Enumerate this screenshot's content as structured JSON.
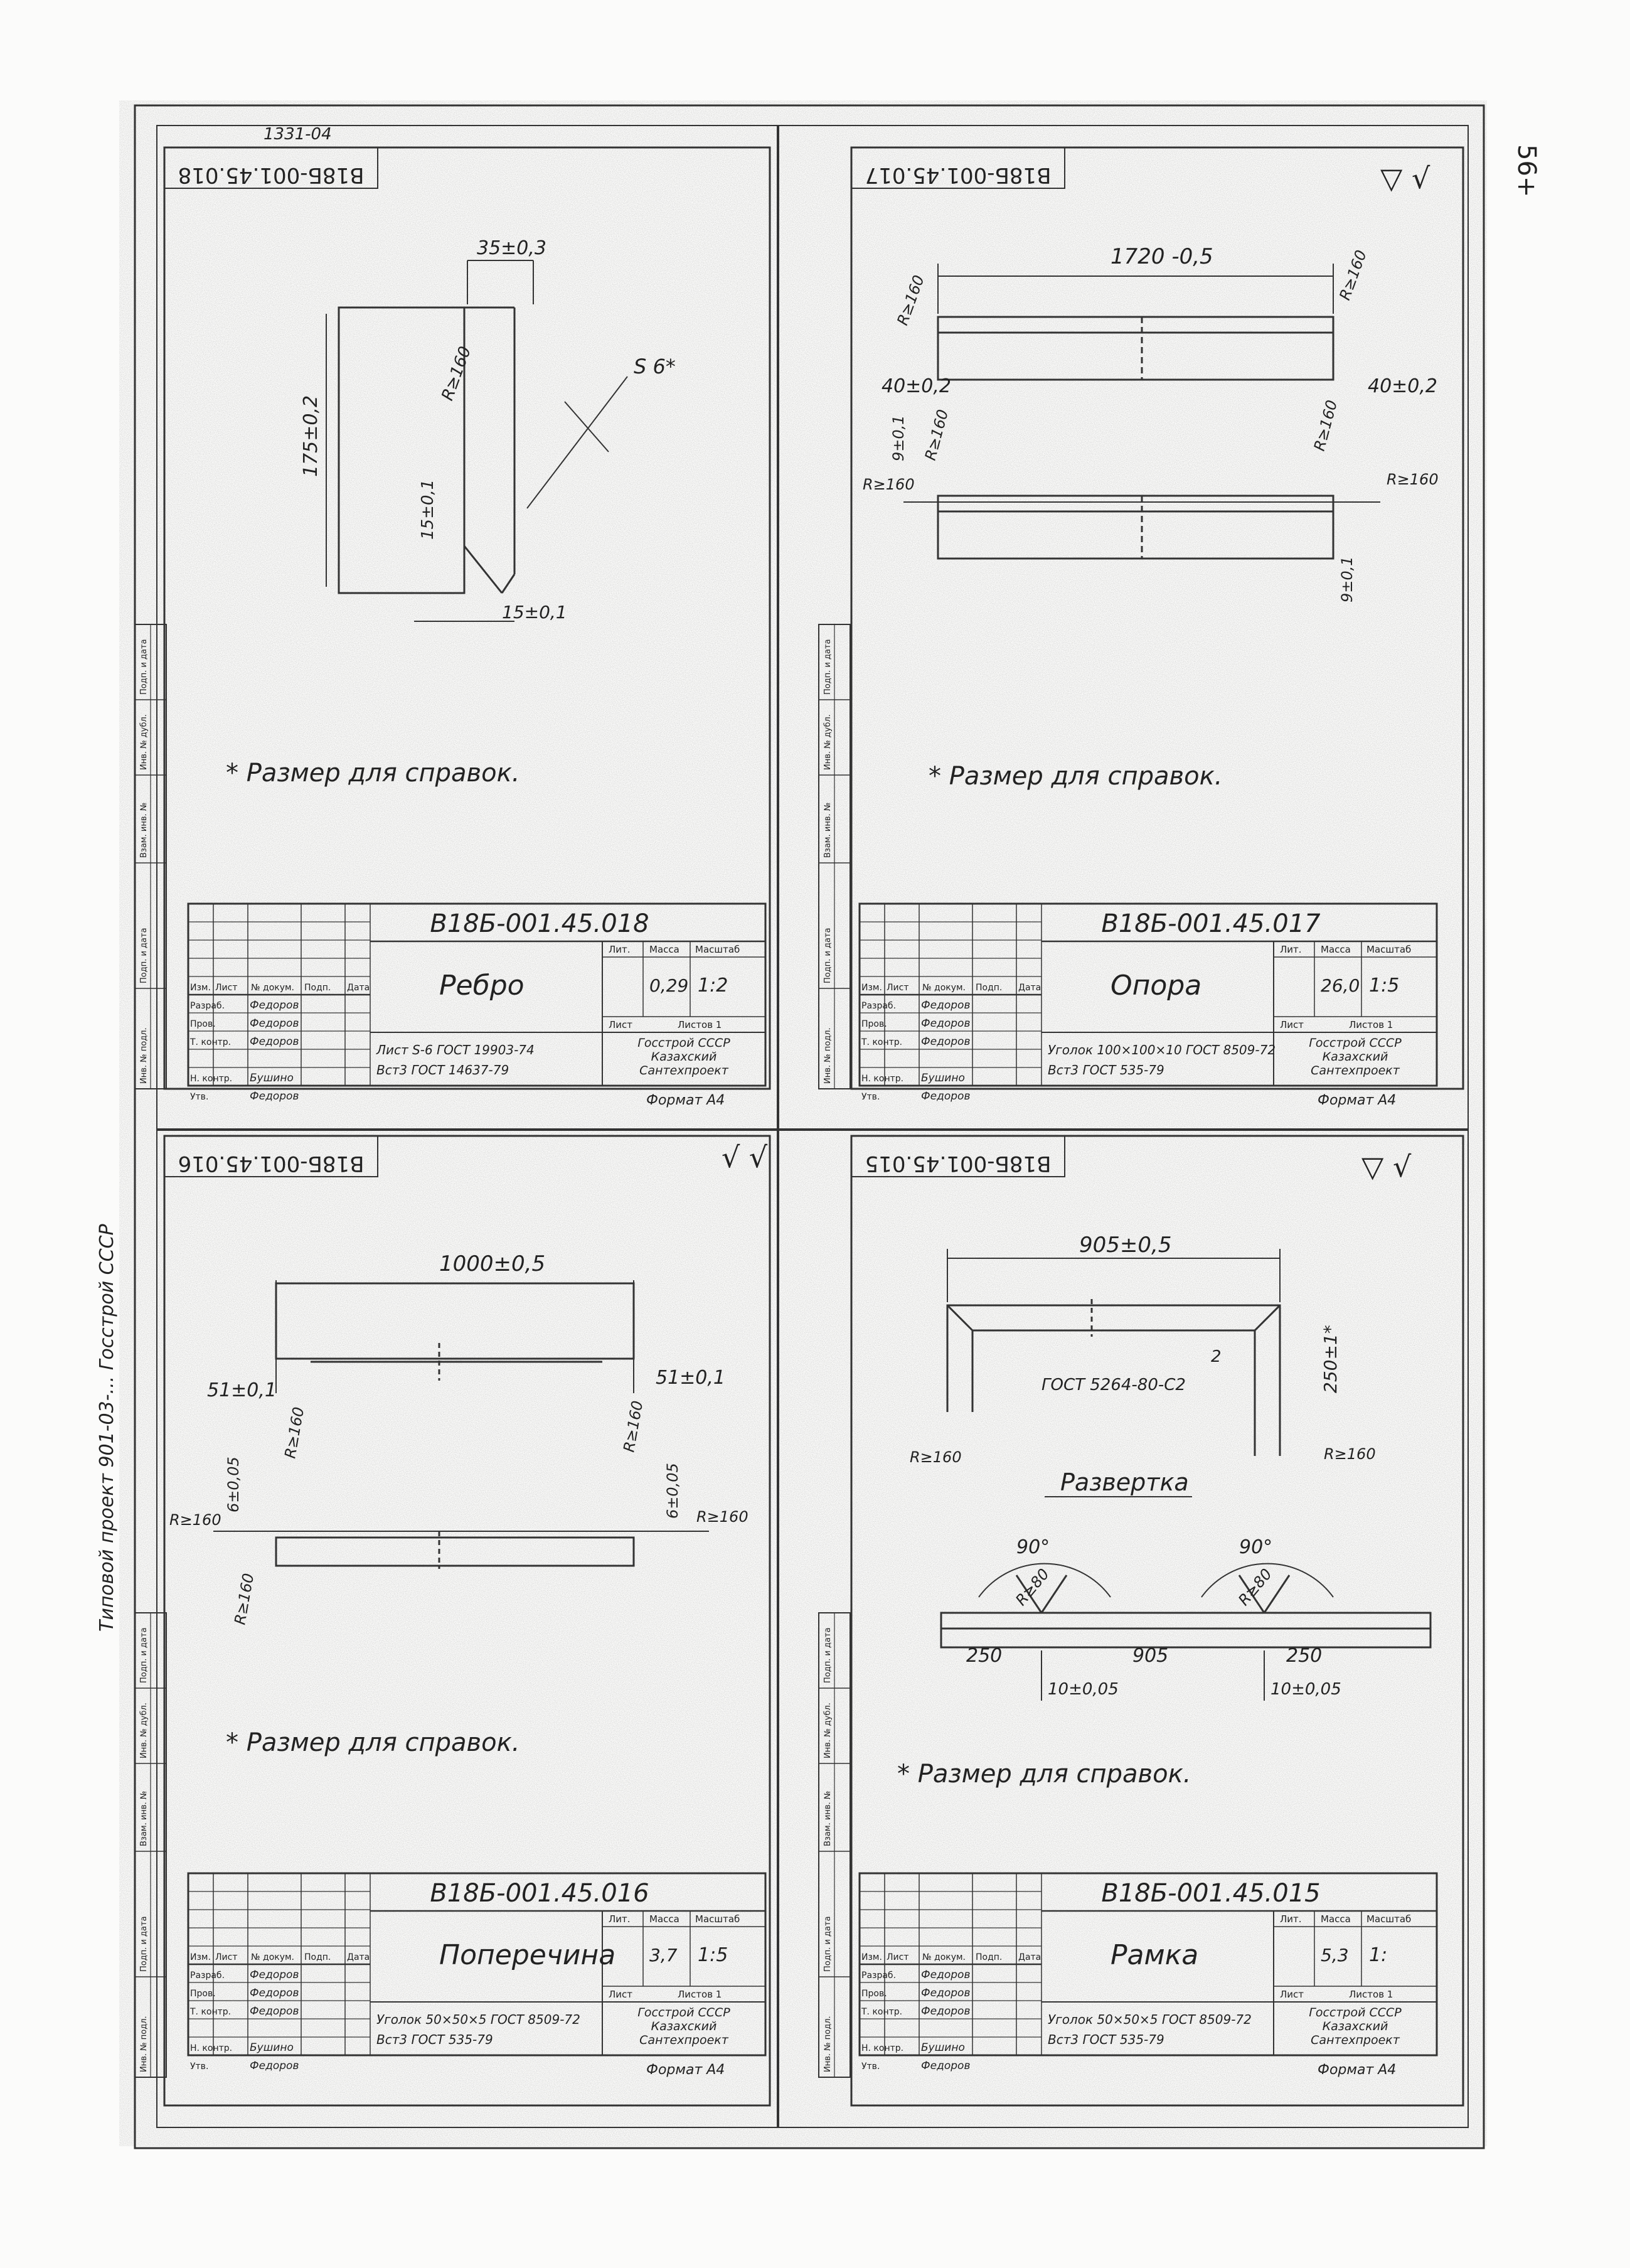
{
  "sheet": {
    "page_number": "56+",
    "top_number": "1331-04",
    "side_note": "Типовой проект 901-03-... Госстрой СССР",
    "drawing_label": "* Размер для справок."
  },
  "drawings": [
    {
      "designation": "В18Б-001.45.018",
      "name": "Ребро",
      "mass": "0,29",
      "scale": "1:2",
      "material_line1": "Лист S-6 ГОСТ 19903-74",
      "material_line2": "Вст3 ГОСТ 14637-79",
      "org": [
        "Госстрой СССР",
        "Казахский",
        "Сантехпроект"
      ],
      "format": "Формат А4",
      "dims": [
        "35±0,3",
        "175±0,2",
        "R≥160",
        "15±0,1",
        "15±0,1",
        "S 6*"
      ],
      "note": "* Размер для справок."
    },
    {
      "designation": "В18Б-001.45.017",
      "name": "Опора",
      "mass": "26,0",
      "scale": "1:5",
      "material_line1": "Уголок 100×100×10 ГОСТ 8509-72",
      "material_line2": "Вст3 ГОСТ 535-79",
      "org": [
        "Госстрой СССР",
        "Казахский",
        "Сантехпроект"
      ],
      "format": "Формат А4",
      "dims": [
        "1720 -0,5",
        "R≥160",
        "R≥160",
        "40±0,2",
        "40±0,2",
        "R≥160",
        "R≥160",
        "R≥160",
        "R≥160",
        "9±0,1",
        "9±0,1"
      ],
      "note": "* Размер для справок."
    },
    {
      "designation": "В18Б-001.45.016",
      "name": "Поперечина",
      "mass": "3,7",
      "scale": "1:5",
      "material_line1": "Уголок 50×50×5 ГОСТ 8509-72",
      "material_line2": "Вст3 ГОСТ 535-79",
      "org": [
        "Госстрой СССР",
        "Казахский",
        "Сантехпроект"
      ],
      "format": "Формат А4",
      "dims": [
        "1000±0,5",
        "51±0,1",
        "51±0,1",
        "R≥160",
        "R≥160",
        "6±0,05",
        "6±0,05",
        "R≥160",
        "R≥160",
        "R≥160"
      ],
      "note": "* Размер для справок."
    },
    {
      "designation": "В18Б-001.45.015",
      "name": "Рамка",
      "mass": "5,3",
      "scale": "1:",
      "material_line1": "Уголок 50×50×5 ГОСТ 8509-72",
      "material_line2": "Вст3 ГОСТ 535-79",
      "org": [
        "Госстрой СССР",
        "Казахский",
        "Сантехпроект"
      ],
      "format": "Формат А4",
      "dims": [
        "905±0,5",
        "250±1*",
        "ГОСТ 5264-80-С2",
        "2",
        "R≥160",
        "R≥160",
        "Развертка",
        "90°",
        "90°",
        "R≥80",
        "R≥80",
        "250",
        "905",
        "250",
        "10±0,05",
        "10±0,05"
      ],
      "note": "* Размер для справок."
    }
  ],
  "title_block": {
    "col_headers": [
      "Изм.",
      "Лист",
      "№ докум.",
      "Подп.",
      "Дата"
    ],
    "roles": [
      "Разраб.",
      "Пров.",
      "Т. контр.",
      "",
      "Н. контр.",
      "Утв."
    ],
    "people": [
      "Федоров",
      "Федоров",
      "Федоров",
      "",
      "Бушино",
      "Федоров"
    ],
    "lit_header": "Лит.",
    "mass_header": "Масса",
    "scale_header": "Масштаб",
    "sheet_label": "Лист",
    "sheets_label": "Листов",
    "sheets_value": "1"
  },
  "side_stamp": [
    "Инв. № подл.",
    "Подп. и дата",
    "Взам. инв. №",
    "Инв. № дубл.",
    "Подп. и дата"
  ]
}
